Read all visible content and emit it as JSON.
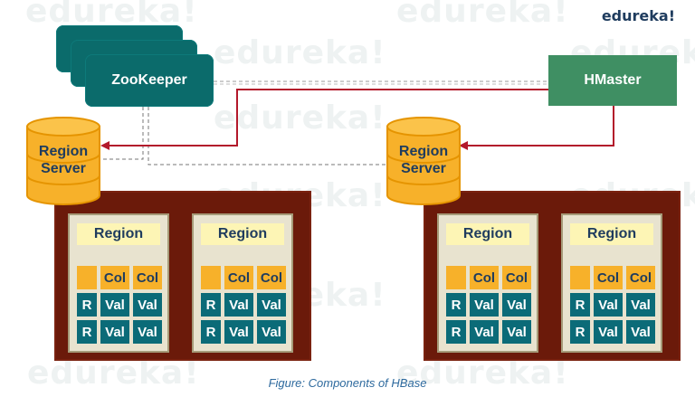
{
  "brand": {
    "logo_text": "edureka!",
    "watermark_text": "edureka!"
  },
  "caption": "Figure: Components of HBase",
  "zookeeper": {
    "label": "ZooKeeper"
  },
  "hmaster": {
    "label": "HMaster"
  },
  "region_servers": [
    {
      "label_line1": "Region",
      "label_line2": "Server"
    },
    {
      "label_line1": "Region",
      "label_line2": "Server"
    }
  ],
  "region": {
    "title": "Region",
    "col_header": "Col",
    "row_key": "R",
    "value": "Val"
  },
  "colors": {
    "zookeeper": "#0b6b6b",
    "hmaster": "#3f8f63",
    "arrow": "#b3192b",
    "server_box": "#6b1a0a",
    "cylinder": "#f7b12a",
    "header_cell": "#f7b12a",
    "value_cell": "#0b6b78"
  }
}
